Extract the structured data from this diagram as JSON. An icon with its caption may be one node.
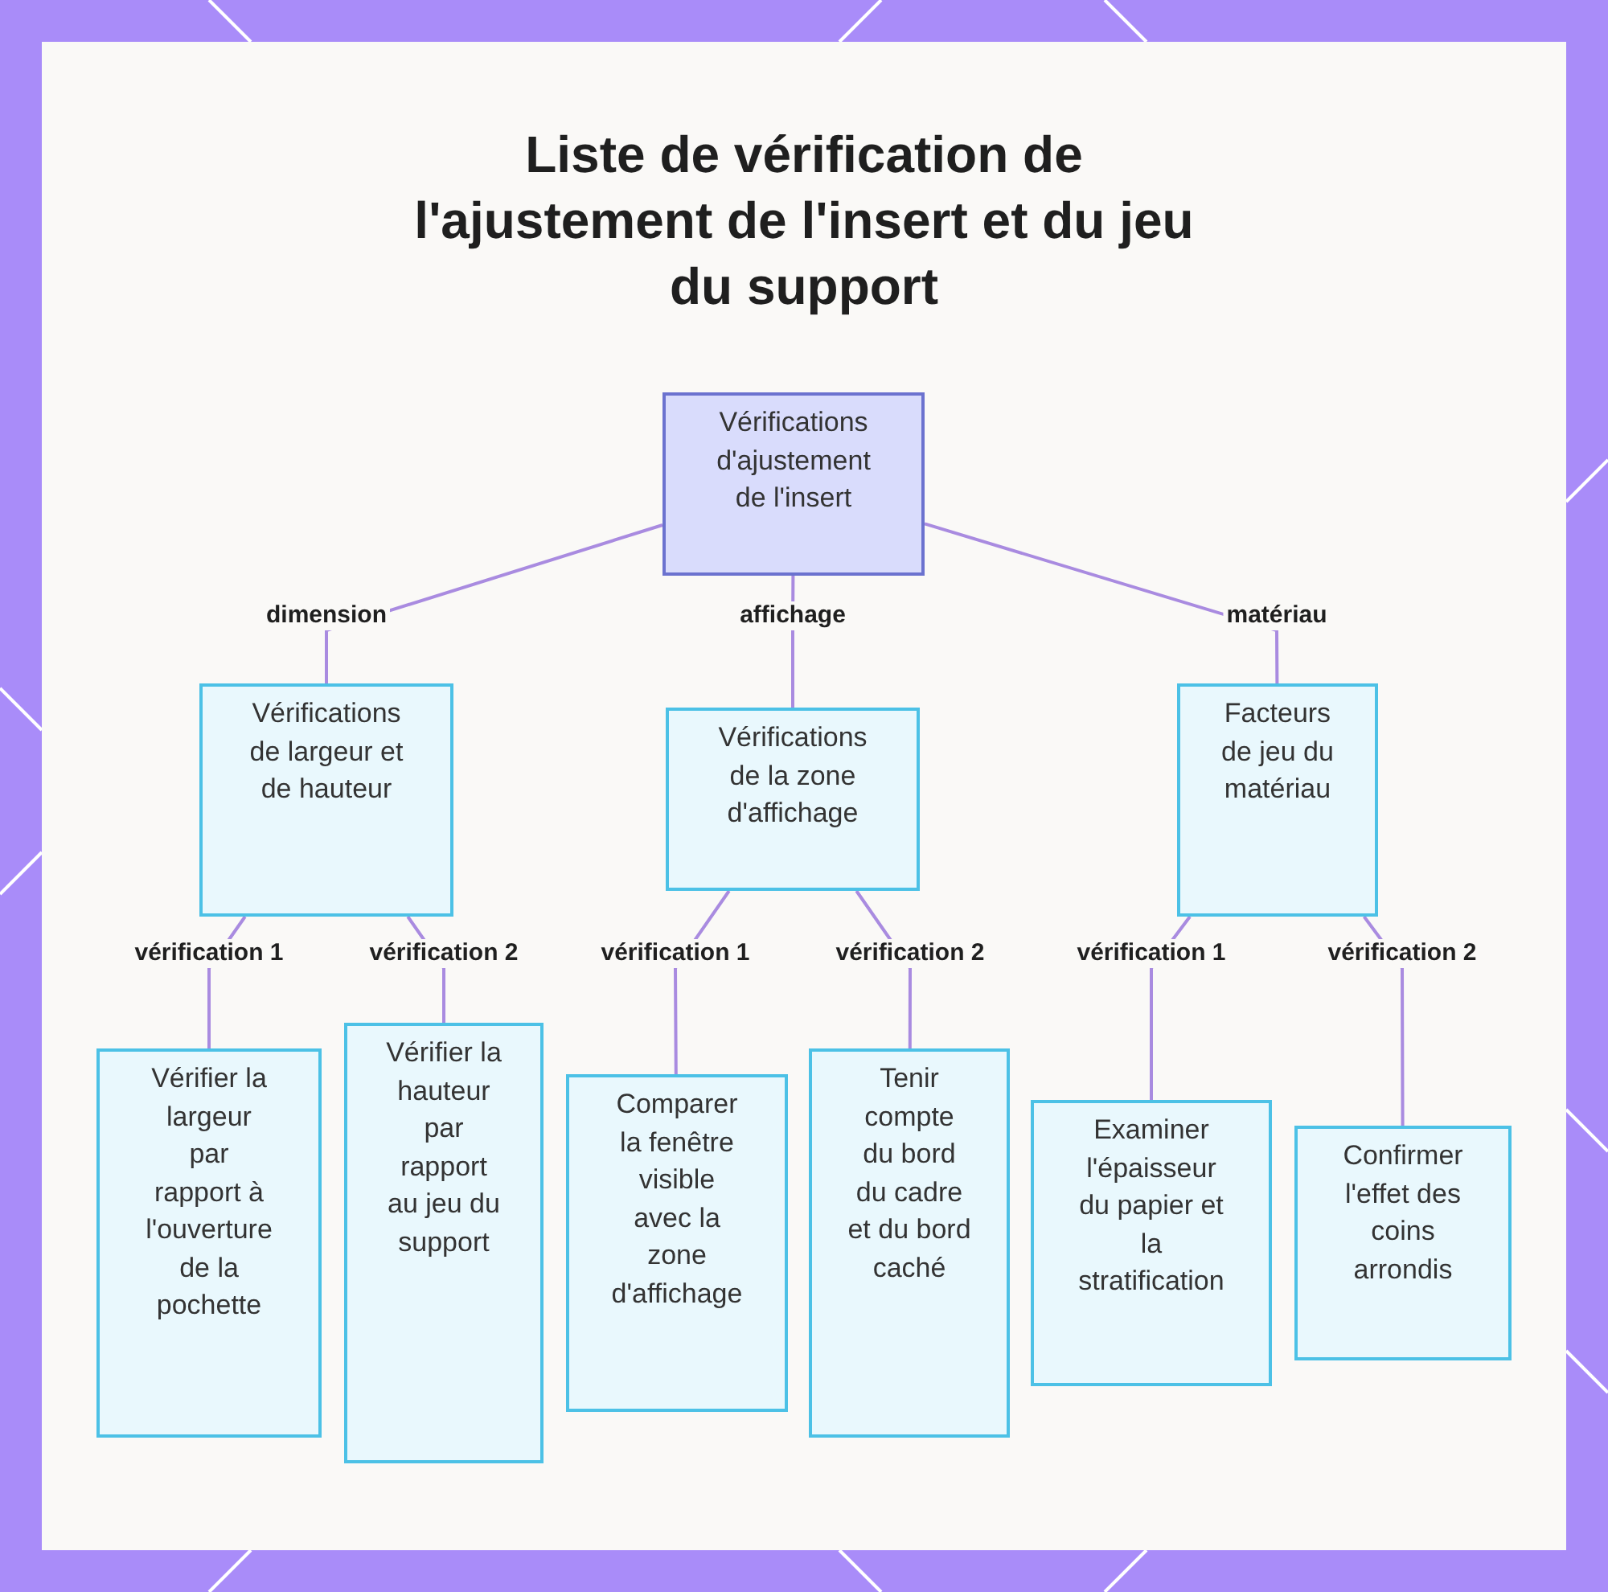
{
  "diagram": {
    "title": "Liste de vérification de l'ajustement de l'insert et du jeu du support",
    "nodes": [
      {
        "text": [
          "Vérifications d'ajustement de l'insert"
        ]
      },
      {
        "text": [
          "Vérifications de largeur et de hauteur"
        ]
      },
      {
        "text": [
          "Vérifications de la zone d'affichage"
        ]
      },
      {
        "text": [
          "Facteurs de jeu du matériau"
        ]
      },
      {
        "text": [
          "Vérifier la largeur par rapport à l'ouverture de la pochette"
        ]
      },
      {
        "text": [
          "Vérifier la hauteur par rapport au jeu du support"
        ]
      },
      {
        "text": [
          "Comparer la fenêtre visible avec la zone d'affichage"
        ]
      },
      {
        "text": [
          "Tenir compte du bord du cadre et du bord caché"
        ]
      },
      {
        "text": [
          "Examiner l'épaisseur du papier et la stratification"
        ]
      },
      {
        "text": [
          "Confirmer l'effet des coins arrondis"
        ]
      }
    ],
    "edges": [
      {
        "from": 0,
        "to": 1,
        "arrow": "none",
        "label": "dimension"
      },
      {
        "from": 0,
        "to": 2,
        "arrow": "none",
        "label": "affichage"
      },
      {
        "from": 0,
        "to": 3,
        "arrow": "none",
        "label": "matériau"
      },
      {
        "from": 1,
        "to": 4,
        "arrow": "none",
        "label": "vérification 1"
      },
      {
        "from": 1,
        "to": 5,
        "arrow": "none",
        "label": "vérification 2"
      },
      {
        "from": 2,
        "to": 6,
        "arrow": "none",
        "label": "vérification 1"
      },
      {
        "from": 2,
        "to": 7,
        "arrow": "none",
        "label": "vérification 2"
      },
      {
        "from": 3,
        "to": 8,
        "arrow": "none",
        "label": "vérification 1"
      },
      {
        "from": 3,
        "to": 9,
        "arrow": "none",
        "label": "vérification 2"
      }
    ]
  }
}
